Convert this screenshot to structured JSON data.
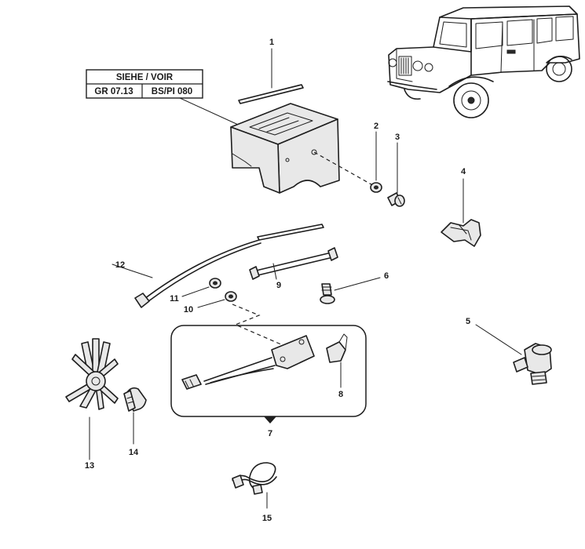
{
  "title": "Exploded parts diagram",
  "reference_box": {
    "header": "SIEHE / VOIR",
    "left": "GR 07.13",
    "right": "BS/PI 080"
  },
  "callouts": {
    "c1": "1",
    "c2": "2",
    "c3": "3",
    "c4": "4",
    "c5": "5",
    "c6": "6",
    "c7": "7",
    "c8": "8",
    "c9": "9",
    "c10": "10",
    "c11": "11",
    "c12": "12",
    "c13": "13",
    "c14": "14",
    "c15": "15"
  },
  "colors": {
    "line": "#1e1e1e",
    "background": "#ffffff",
    "part_fill": "#e8e8e8"
  }
}
